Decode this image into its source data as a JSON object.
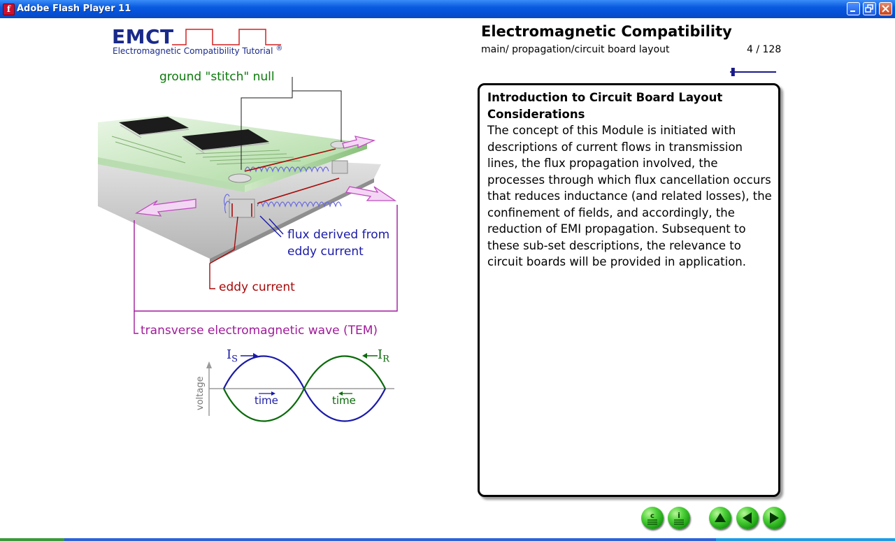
{
  "window": {
    "title": "Adobe Flash Player 11"
  },
  "logo": {
    "name": "EMCT",
    "subtitle": "Electromagnetic Compatibility Tutorial",
    "mark": "®"
  },
  "header": {
    "title": "Electromagnetic Compatibility",
    "breadcrumb": "main/ propagation/circuit board layout",
    "page_counter": "4 / 128",
    "progress": 0.03
  },
  "content": {
    "heading": "Introduction to Circuit Board Layout Considerations",
    "body": "The concept of this Module is initiated with descriptions of current flows in transmission lines, the flux propagation involved, the processes through which flux cancellation occurs that reduces inductance (and related losses), the confinement of fields, and accordingly, the reduction of EMI propagation. Subsequent to these sub-set descriptions, the relevance to circuit boards will be provided in application."
  },
  "diagram": {
    "labels": {
      "stitch": "ground \"stitch\" null",
      "flux_line1": "flux derived from",
      "flux_line2": "eddy current",
      "eddy": "eddy current",
      "tem": "transverse electromagnetic wave (TEM)"
    },
    "waveform": {
      "y_axis": "voltage",
      "source_label": "I",
      "source_sub": "S",
      "return_label": "I",
      "return_sub": "R",
      "time_left": "time",
      "time_right": "time"
    },
    "colors": {
      "green": "#0a7a0a",
      "blue": "#1a1aa8",
      "red": "#a80a0a",
      "magenta": "#a01a9a"
    }
  },
  "nav": {
    "buttons": [
      {
        "name": "contents-button",
        "icon": "c-list-icon"
      },
      {
        "name": "info-button",
        "icon": "i-list-icon"
      },
      {
        "name": "up-button",
        "icon": "up-arrow-icon"
      },
      {
        "name": "back-button",
        "icon": "left-arrow-icon"
      },
      {
        "name": "next-button",
        "icon": "right-arrow-icon"
      }
    ]
  }
}
